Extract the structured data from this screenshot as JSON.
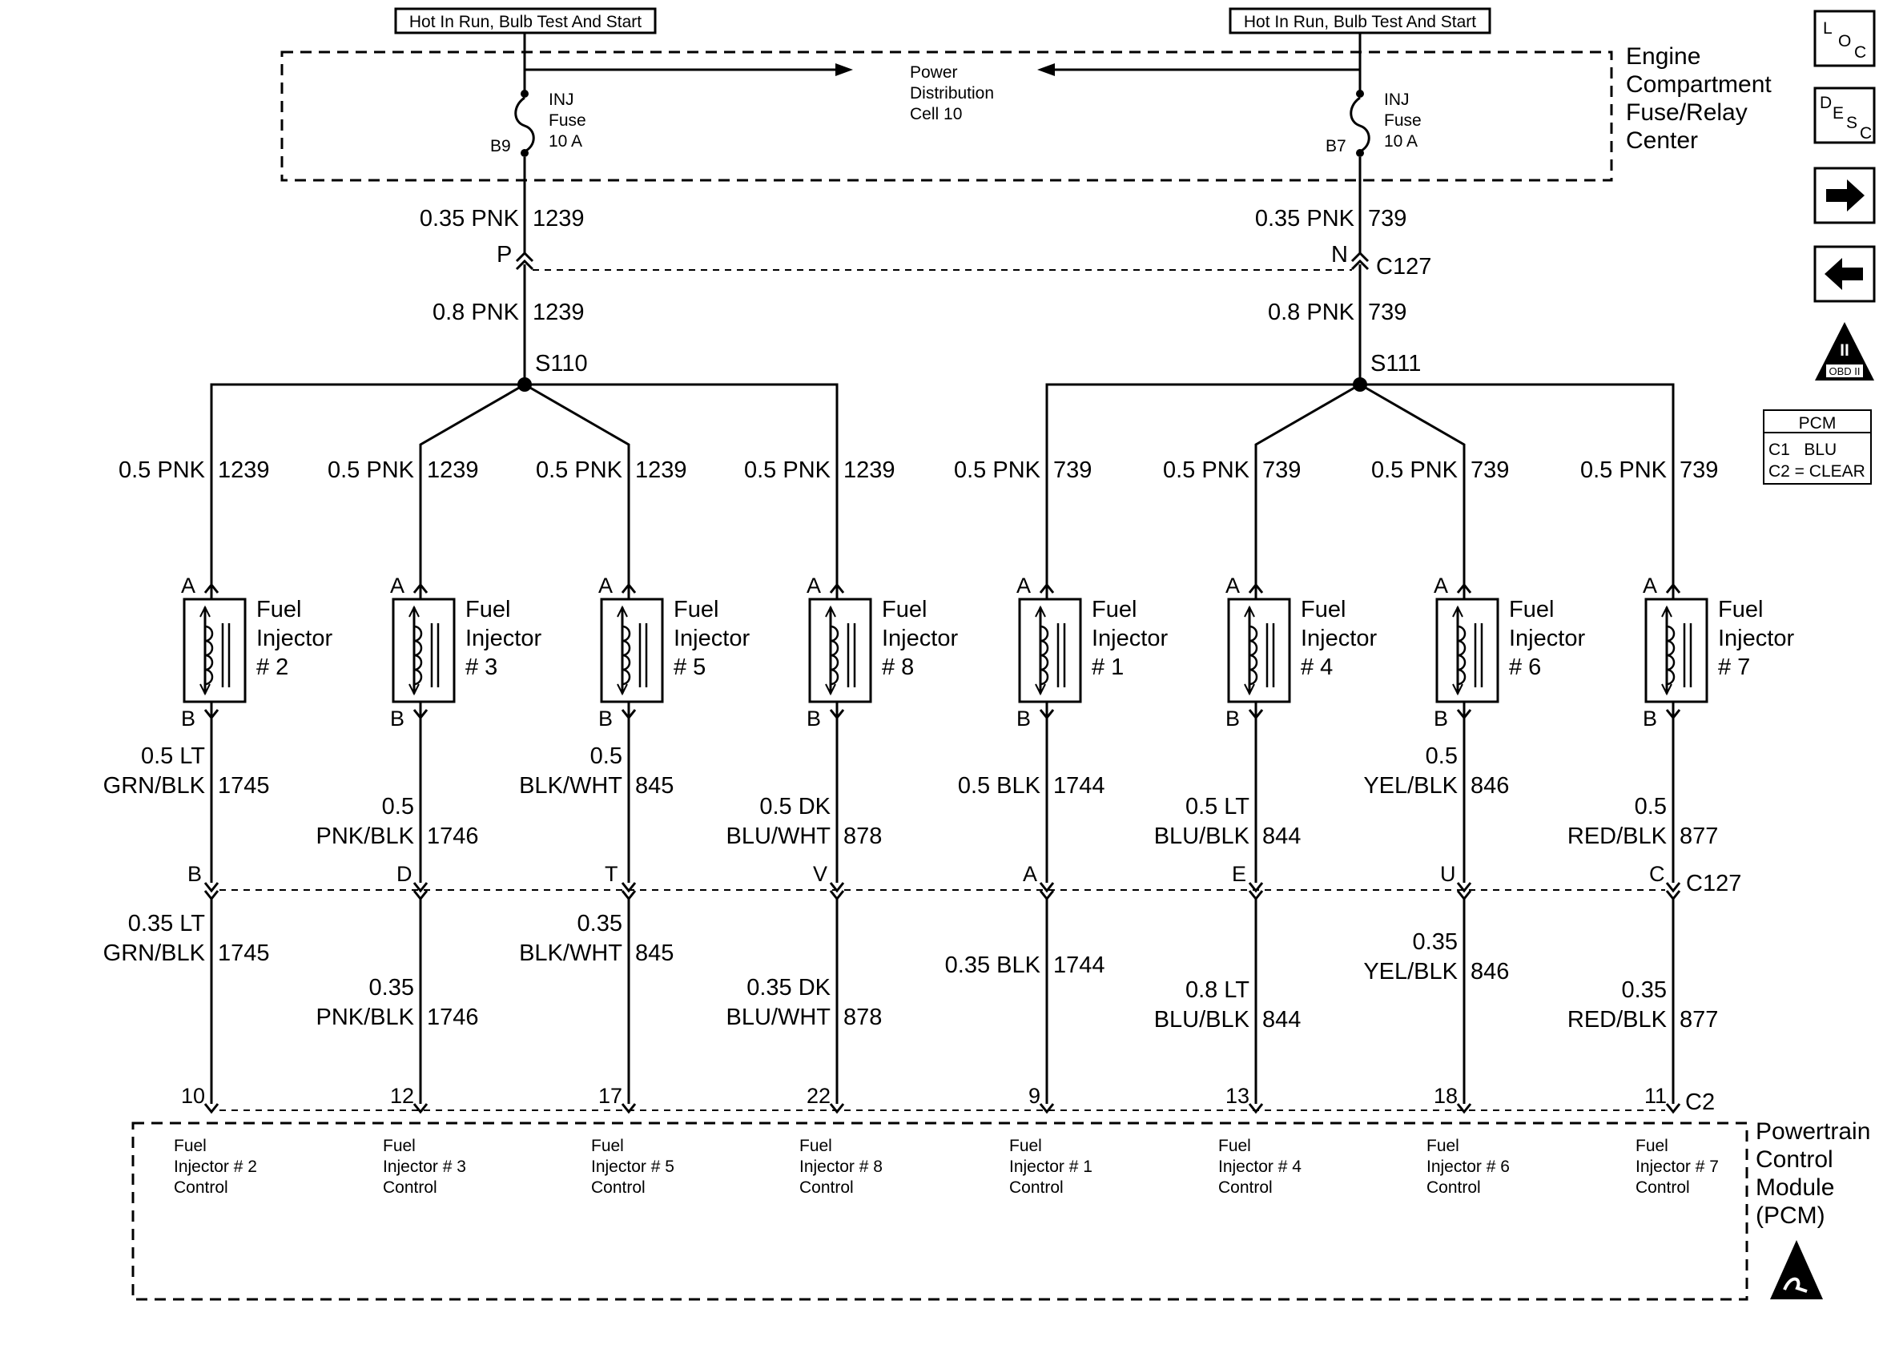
{
  "top_labels": [
    "Hot In Run, Bulb Test And Start",
    "Hot In Run, Bulb Test And Start"
  ],
  "fuse_center": {
    "name": [
      "Engine",
      "Compartment",
      "Fuse/Relay",
      "Center"
    ],
    "power_dist": [
      "Power",
      "Distribution",
      "Cell 10"
    ],
    "fuses": [
      {
        "lines": [
          "INJ",
          "Fuse",
          "10 A"
        ],
        "pin": "B9"
      },
      {
        "lines": [
          "INJ",
          "Fuse",
          "10 A"
        ],
        "pin": "B7"
      }
    ]
  },
  "upper_wires": [
    {
      "a": "0.35 PNK",
      "b": "1239",
      "pin": "P",
      "c": "0.8 PNK",
      "d": "1239",
      "splice": "S110"
    },
    {
      "a": "0.35 PNK",
      "b": "739",
      "pin": "N",
      "c": "0.8 PNK",
      "d": "739",
      "splice": "S111"
    }
  ],
  "connector_c127": "C127",
  "connector_c2": "C2",
  "injectors": [
    {
      "feed": "0.5 PNK",
      "circ": "1239",
      "name": [
        "Fuel",
        "Injector",
        "# 2"
      ],
      "pa": "A",
      "pb": "B",
      "up": [
        "0.5 LT",
        "GRN/BLK"
      ],
      "ucirc": "1745",
      "cpin": "B",
      "lo": [
        "0.35 LT",
        "GRN/BLK"
      ],
      "lcirc": "1745",
      "pcmpin": "10",
      "ctrl": [
        "Fuel",
        "Injector # 2",
        "Control"
      ]
    },
    {
      "feed": "0.5 PNK",
      "circ": "1239",
      "name": [
        "Fuel",
        "Injector",
        "# 3"
      ],
      "pa": "A",
      "pb": "B",
      "up": [
        "0.5",
        "PNK/BLK"
      ],
      "ucirc": "1746",
      "cpin": "D",
      "lo": [
        "0.35",
        "PNK/BLK"
      ],
      "lcirc": "1746",
      "pcmpin": "12",
      "ctrl": [
        "Fuel",
        "Injector # 3",
        "Control"
      ]
    },
    {
      "feed": "0.5 PNK",
      "circ": "1239",
      "name": [
        "Fuel",
        "Injector",
        "# 5"
      ],
      "pa": "A",
      "pb": "B",
      "up": [
        "0.5",
        "BLK/WHT"
      ],
      "ucirc": "845",
      "cpin": "T",
      "lo": [
        "0.35",
        "BLK/WHT"
      ],
      "lcirc": "845",
      "pcmpin": "17",
      "ctrl": [
        "Fuel",
        "Injector # 5",
        "Control"
      ]
    },
    {
      "feed": "0.5 PNK",
      "circ": "1239",
      "name": [
        "Fuel",
        "Injector",
        "# 8"
      ],
      "pa": "A",
      "pb": "B",
      "up": [
        "0.5 DK",
        "BLU/WHT"
      ],
      "ucirc": "878",
      "cpin": "V",
      "lo": [
        "0.35 DK",
        "BLU/WHT"
      ],
      "lcirc": "878",
      "pcmpin": "22",
      "ctrl": [
        "Fuel",
        "Injector # 8",
        "Control"
      ]
    },
    {
      "feed": "0.5 PNK",
      "circ": "739",
      "name": [
        "Fuel",
        "Injector",
        "# 1"
      ],
      "pa": "A",
      "pb": "B",
      "up": [
        "",
        "0.5 BLK"
      ],
      "ucirc": "1744",
      "cpin": "A",
      "lo": [
        "",
        "0.35 BLK"
      ],
      "lcirc": "1744",
      "pcmpin": "9",
      "ctrl": [
        "Fuel",
        "Injector # 1",
        "Control"
      ]
    },
    {
      "feed": "0.5 PNK",
      "circ": "739",
      "name": [
        "Fuel",
        "Injector",
        "# 4"
      ],
      "pa": "A",
      "pb": "B",
      "up": [
        "0.5 LT",
        "BLU/BLK"
      ],
      "ucirc": "844",
      "cpin": "E",
      "lo": [
        "0.8 LT",
        "BLU/BLK"
      ],
      "lcirc": "844",
      "pcmpin": "13",
      "ctrl": [
        "Fuel",
        "Injector # 4",
        "Control"
      ]
    },
    {
      "feed": "0.5 PNK",
      "circ": "739",
      "name": [
        "Fuel",
        "Injector",
        "# 6"
      ],
      "pa": "A",
      "pb": "B",
      "up": [
        "0.5",
        "YEL/BLK"
      ],
      "ucirc": "846",
      "cpin": "U",
      "lo": [
        "0.35",
        "YEL/BLK"
      ],
      "lcirc": "846",
      "pcmpin": "18",
      "ctrl": [
        "Fuel",
        "Injector # 6",
        "Control"
      ]
    },
    {
      "feed": "0.5 PNK",
      "circ": "739",
      "name": [
        "Fuel",
        "Injector",
        "# 7"
      ],
      "pa": "A",
      "pb": "B",
      "up": [
        "0.5",
        "RED/BLK"
      ],
      "ucirc": "877",
      "cpin": "C",
      "lo": [
        "0.35",
        "RED/BLK"
      ],
      "lcirc": "877",
      "pcmpin": "11",
      "ctrl": [
        "Fuel",
        "Injector # 7",
        "Control"
      ]
    }
  ],
  "pcm": {
    "name": [
      "Powertrain",
      "Control",
      "Module",
      "(PCM)"
    ]
  },
  "sidebar": {
    "loc": [
      "L",
      "O",
      "C"
    ],
    "desc": [
      "D",
      "E",
      "S",
      "C"
    ],
    "obd": "OBD II",
    "obd_mark": "II",
    "pcm_table": {
      "title": "PCM",
      "rows": [
        "C1   BLU",
        "C2 = CLEAR"
      ]
    }
  }
}
